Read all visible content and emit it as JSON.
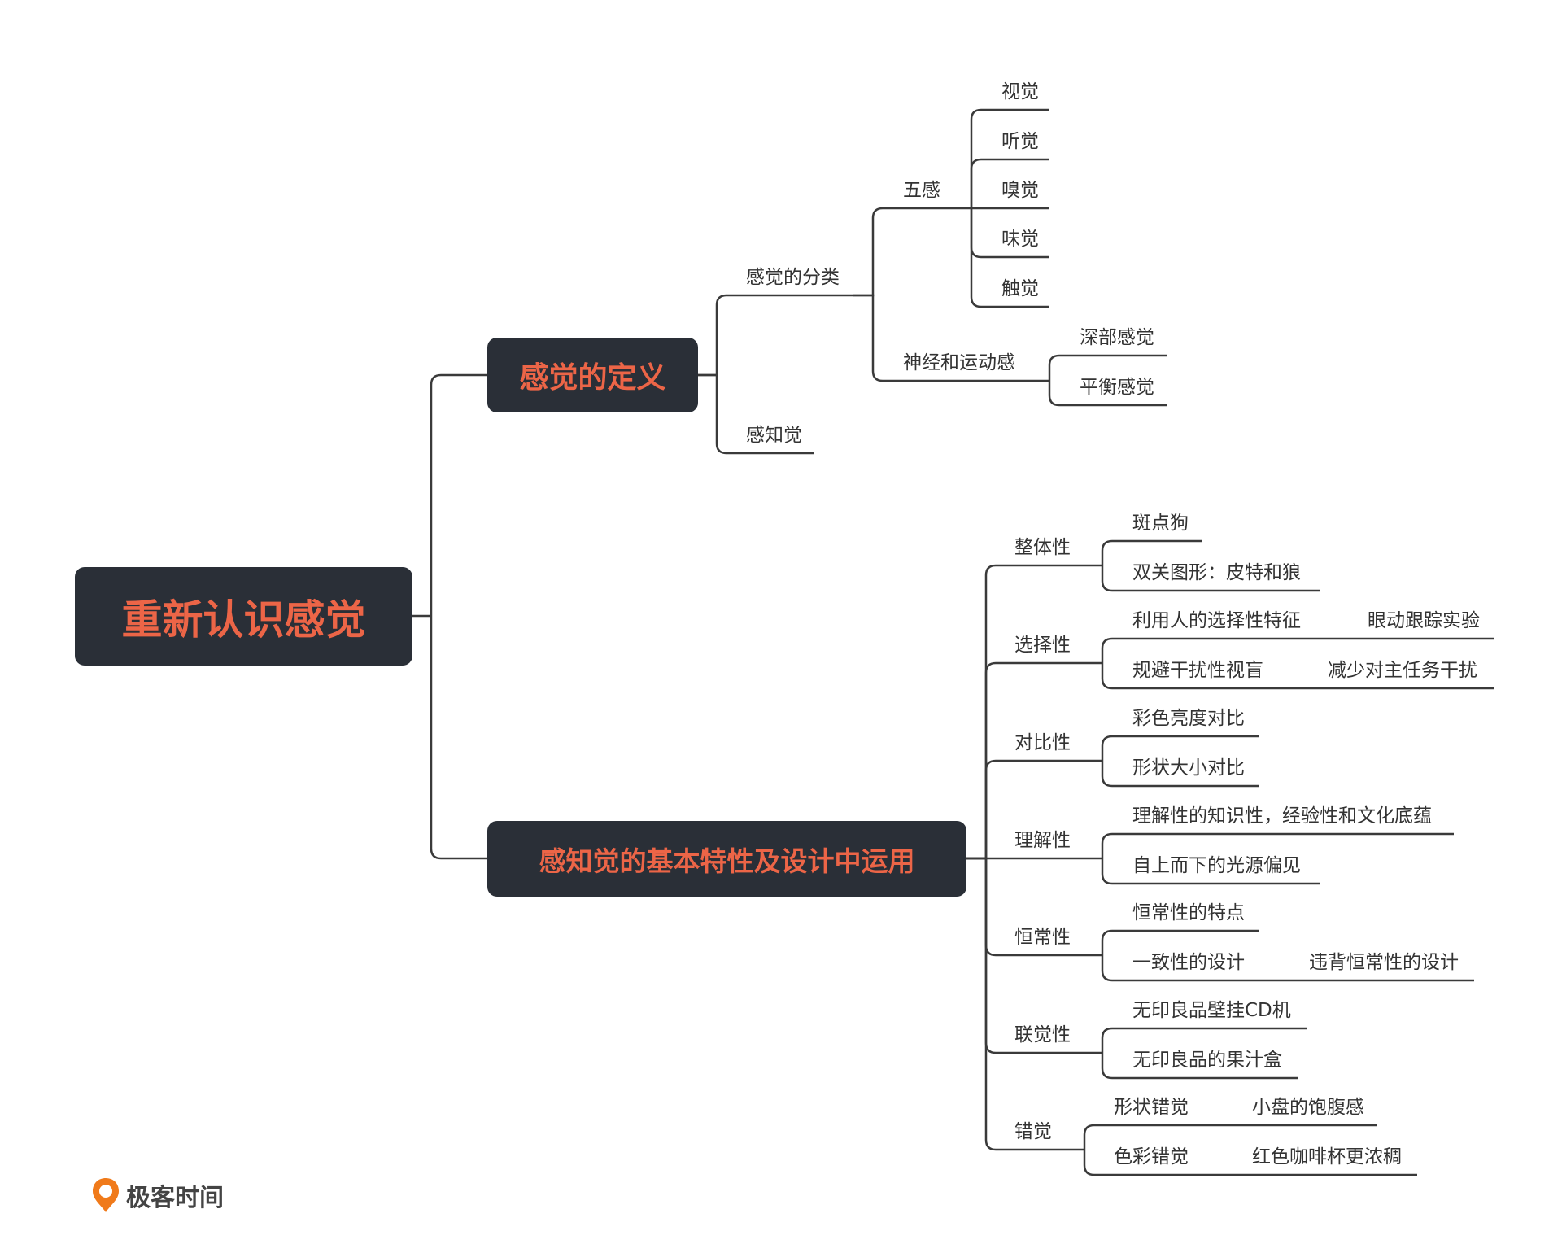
{
  "root": {
    "label": "重新认识感觉"
  },
  "branches": [
    {
      "label": "感觉的定义",
      "children": [
        {
          "label": "感觉的分类",
          "children": [
            {
              "label": "五感",
              "children": [
                {
                  "label": "视觉"
                },
                {
                  "label": "听觉"
                },
                {
                  "label": "嗅觉"
                },
                {
                  "label": "味觉"
                },
                {
                  "label": "触觉"
                }
              ]
            },
            {
              "label": "神经和运动感",
              "children": [
                {
                  "label": "深部感觉"
                },
                {
                  "label": "平衡感觉"
                }
              ]
            }
          ]
        },
        {
          "label": "感知觉"
        }
      ]
    },
    {
      "label": "感知觉的基本特性及设计中运用",
      "children": [
        {
          "label": "整体性",
          "children": [
            {
              "label": "斑点狗"
            },
            {
              "label": "双关图形：皮特和狼"
            }
          ]
        },
        {
          "label": "选择性",
          "children": [
            {
              "label": "利用人的选择性特征",
              "next": "眼动跟踪实验"
            },
            {
              "label": "规避干扰性视盲",
              "next": "减少对主任务干扰"
            }
          ]
        },
        {
          "label": "对比性",
          "children": [
            {
              "label": "彩色亮度对比"
            },
            {
              "label": "形状大小对比"
            }
          ]
        },
        {
          "label": "理解性",
          "children": [
            {
              "label": "理解性的知识性，经验性和文化底蕴"
            },
            {
              "label": "自上而下的光源偏见"
            }
          ]
        },
        {
          "label": "恒常性",
          "children": [
            {
              "label": "恒常性的特点"
            },
            {
              "label": "一致性的设计",
              "next": "违背恒常性的设计"
            }
          ]
        },
        {
          "label": "联觉性",
          "children": [
            {
              "label": "无印良品壁挂CD机"
            },
            {
              "label": "无印良品的果汁盒"
            }
          ]
        },
        {
          "label": "错觉",
          "children": [
            {
              "label": "形状错觉",
              "next": "小盘的饱腹感"
            },
            {
              "label": "色彩错觉",
              "next": "红色咖啡杯更浓稠"
            }
          ]
        }
      ]
    }
  ],
  "logo": {
    "text": "极客时间"
  },
  "colors": {
    "node_bg": "#2a2f37",
    "node_text": "#ec6547",
    "line": "#3a3a3a",
    "logo": "#f07a1a"
  }
}
